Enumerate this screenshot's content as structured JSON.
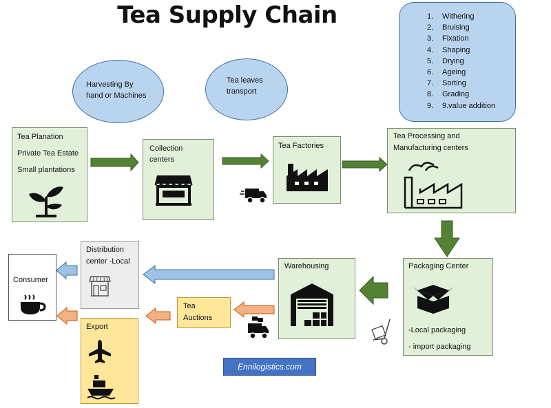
{
  "title": "Tea Supply Chain",
  "ellipses": {
    "harvesting": [
      "Harvesting By",
      "hand or Machines"
    ],
    "transport": [
      "Tea leaves",
      "transport"
    ]
  },
  "processing_steps": [
    {
      "num": "1.",
      "label": "Withering"
    },
    {
      "num": "2.",
      "label": "Bruising"
    },
    {
      "num": "3.",
      "label": "Fixation"
    },
    {
      "num": "4.",
      "label": "Shaping"
    },
    {
      "num": "5.",
      "label": "Drying"
    },
    {
      "num": "6.",
      "label": "Ageing"
    },
    {
      "num": "7.",
      "label": "Sorting"
    },
    {
      "num": "8.",
      "label": "Grading"
    },
    {
      "num": "9.",
      "label": "9.value addition"
    }
  ],
  "nodes": {
    "plantation": [
      "Tea Planation",
      "Private Tea Estate",
      "Small plantations"
    ],
    "collection": [
      "Collection",
      "centers"
    ],
    "factories": [
      "Tea Factories"
    ],
    "processing": [
      "Tea Processing and",
      "Manufacturing centers"
    ],
    "packaging": {
      "title": "Packaging Center",
      "local": "-Local packaging",
      "import": "- import packaging"
    },
    "warehousing": [
      "Warehousing"
    ],
    "distribution": [
      "Distribution",
      "center -Local"
    ],
    "consumer": [
      "Consumer"
    ],
    "auctions": [
      "Tea",
      "Auctions"
    ],
    "export": [
      "Export"
    ]
  },
  "source": "Ennilogistics.com",
  "colors": {
    "green_box": "#e2f0d9",
    "green_arrow": "#548235",
    "blue_ellipse": "#b9d4ee",
    "blue_arrow": "#9dc3e6",
    "orange_arrow": "#f4b183",
    "yellow_box": "#ffe699",
    "badge": "#4472c4"
  },
  "icons": [
    "plant-icon",
    "shop-icon",
    "truck-icon",
    "factory-icon",
    "processing-plant-icon",
    "box-icon",
    "hand-truck-icon",
    "warehouse-icon",
    "delivery-truck-icon",
    "small-shop-icon",
    "tea-cup-icon",
    "airplane-icon",
    "ship-icon"
  ]
}
